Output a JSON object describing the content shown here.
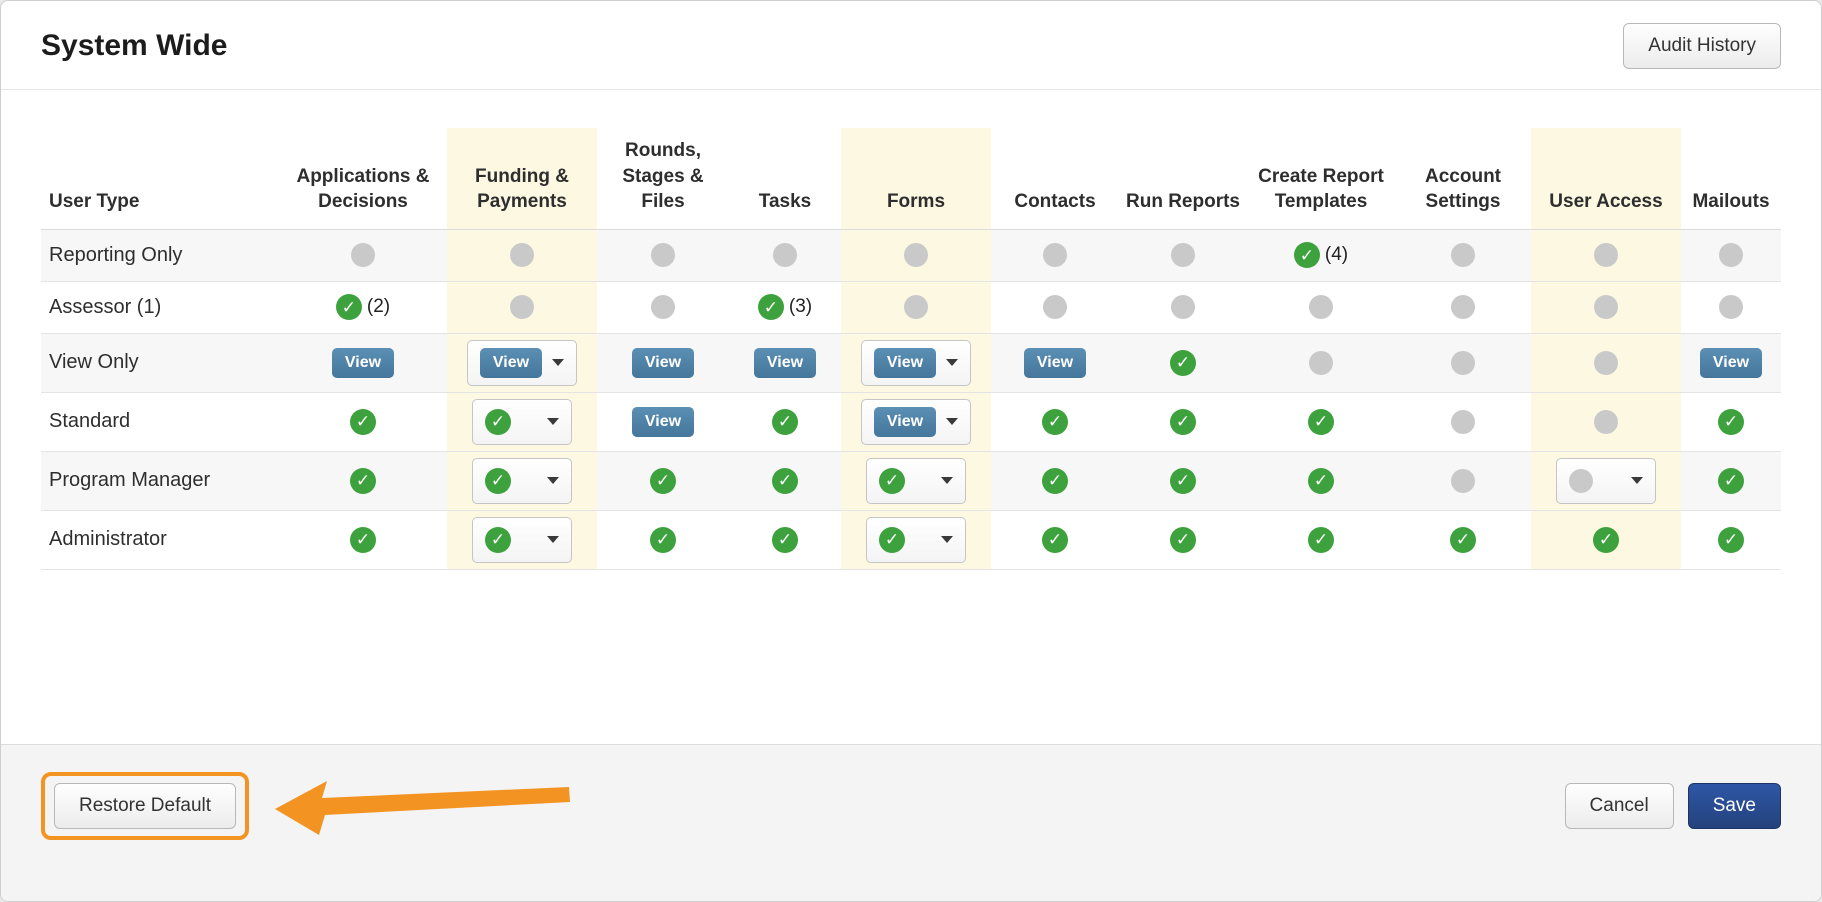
{
  "colors": {
    "granted_green": "#3da23d",
    "disabled_gray": "#c9c9c9",
    "view_blue": "#45769b",
    "view_blue_light": "#5b8fb4",
    "highlight_column": "#fcf8e1",
    "annotation_orange": "#f39422",
    "save_blue": "#24427c",
    "save_blue_light": "#2e57a6"
  },
  "header": {
    "title": "System Wide",
    "audit_history_label": "Audit History"
  },
  "table": {
    "view_badge_label": "View",
    "columns": [
      {
        "label": "User Type",
        "highlight": false
      },
      {
        "label": "Applications & Decisions",
        "highlight": false
      },
      {
        "label": "Funding & Payments",
        "highlight": true
      },
      {
        "label": "Rounds, Stages & Files",
        "highlight": false
      },
      {
        "label": "Tasks",
        "highlight": false
      },
      {
        "label": "Forms",
        "highlight": true
      },
      {
        "label": "Contacts",
        "highlight": false
      },
      {
        "label": "Run Reports",
        "highlight": false
      },
      {
        "label": "Create Report Templates",
        "highlight": false
      },
      {
        "label": "Account Settings",
        "highlight": false
      },
      {
        "label": "User Access",
        "highlight": true
      },
      {
        "label": "Mailouts",
        "highlight": false
      }
    ],
    "rows": [
      {
        "user_type": "Reporting Only",
        "cells": [
          {
            "type": "none"
          },
          {
            "type": "none"
          },
          {
            "type": "none"
          },
          {
            "type": "none"
          },
          {
            "type": "none"
          },
          {
            "type": "none"
          },
          {
            "type": "none"
          },
          {
            "type": "check",
            "note": "(4)"
          },
          {
            "type": "none"
          },
          {
            "type": "none"
          },
          {
            "type": "none"
          }
        ]
      },
      {
        "user_type": "Assessor (1)",
        "cells": [
          {
            "type": "check",
            "note": "(2)"
          },
          {
            "type": "none"
          },
          {
            "type": "none"
          },
          {
            "type": "check",
            "note": "(3)"
          },
          {
            "type": "none"
          },
          {
            "type": "none"
          },
          {
            "type": "none"
          },
          {
            "type": "none"
          },
          {
            "type": "none"
          },
          {
            "type": "none"
          },
          {
            "type": "none"
          }
        ]
      },
      {
        "user_type": "View Only",
        "cells": [
          {
            "type": "view"
          },
          {
            "type": "select-view"
          },
          {
            "type": "view"
          },
          {
            "type": "view"
          },
          {
            "type": "select-view"
          },
          {
            "type": "view"
          },
          {
            "type": "check"
          },
          {
            "type": "none"
          },
          {
            "type": "none"
          },
          {
            "type": "none"
          },
          {
            "type": "view"
          }
        ]
      },
      {
        "user_type": "Standard",
        "cells": [
          {
            "type": "check"
          },
          {
            "type": "select-check"
          },
          {
            "type": "view"
          },
          {
            "type": "check"
          },
          {
            "type": "select-view"
          },
          {
            "type": "check"
          },
          {
            "type": "check"
          },
          {
            "type": "check"
          },
          {
            "type": "none"
          },
          {
            "type": "none"
          },
          {
            "type": "check"
          }
        ]
      },
      {
        "user_type": "Program Manager",
        "cells": [
          {
            "type": "check"
          },
          {
            "type": "select-check"
          },
          {
            "type": "check"
          },
          {
            "type": "check"
          },
          {
            "type": "select-check"
          },
          {
            "type": "check"
          },
          {
            "type": "check"
          },
          {
            "type": "check"
          },
          {
            "type": "none"
          },
          {
            "type": "select-none"
          },
          {
            "type": "check"
          }
        ]
      },
      {
        "user_type": "Administrator",
        "cells": [
          {
            "type": "check"
          },
          {
            "type": "select-check"
          },
          {
            "type": "check"
          },
          {
            "type": "check"
          },
          {
            "type": "select-check"
          },
          {
            "type": "check"
          },
          {
            "type": "check"
          },
          {
            "type": "check"
          },
          {
            "type": "check"
          },
          {
            "type": "check"
          },
          {
            "type": "check"
          }
        ]
      }
    ]
  },
  "footer": {
    "restore_default_label": "Restore Default",
    "cancel_label": "Cancel",
    "save_label": "Save"
  }
}
